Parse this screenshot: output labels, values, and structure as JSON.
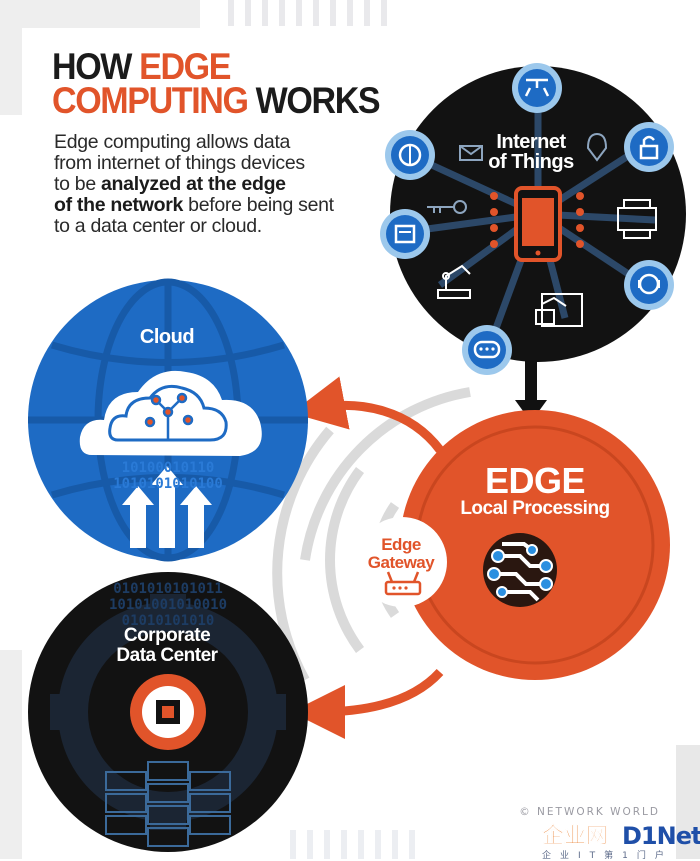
{
  "title": {
    "line1_a": "HOW ",
    "line1_b": "EDGE",
    "line2_a": "COMPUTING",
    "line2_b": " WORKS"
  },
  "intro": {
    "line1": "Edge computing allows data",
    "line2": "from internet of things devices",
    "line3_a": "to be ",
    "line3_b": "analyzed at the edge",
    "line4_a": "of the network",
    "line4_b": " before being sent",
    "line5": "to a data center or cloud."
  },
  "nodes": {
    "iot": {
      "line1": "Internet",
      "line2": "of Things"
    },
    "cloud": {
      "label": "Cloud",
      "binary1": "10100010110",
      "binary2": "1010101010100"
    },
    "edge": {
      "title": "EDGE",
      "subtitle": "Local Processing"
    },
    "gateway": {
      "line1": "Edge",
      "line2": "Gateway"
    },
    "datacenter": {
      "line1": "Corporate",
      "line2": "Data Center",
      "binary1": "0101010101011",
      "binary2": "10101001010010",
      "binary3": "01010101010"
    }
  },
  "watermark": {
    "credit": "© NETWORK WORLD",
    "brand_a": "企业网",
    "brand_b": "D1Net",
    "tagline": "企业IT第1门户"
  },
  "colors": {
    "orange": "#e1542a",
    "blue": "#1e6bc4",
    "black": "#111111",
    "light_blue": "#9cc8ec",
    "gray": "#d6d6d6"
  }
}
